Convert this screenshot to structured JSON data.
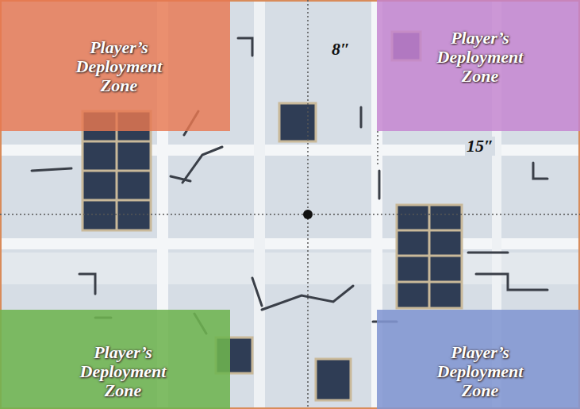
{
  "diagram": {
    "nodes": [
      {
        "text": [
          "Player’s Deployment Zone"
        ]
      },
      {
        "text": [
          "Player’s Deployment Zone"
        ]
      },
      {
        "text": [
          "Player’s Deployment Zone"
        ]
      },
      {
        "text": [
          "Player’s Deployment Zone"
        ]
      }
    ],
    "labels": [
      "8″",
      "15″"
    ]
  }
}
